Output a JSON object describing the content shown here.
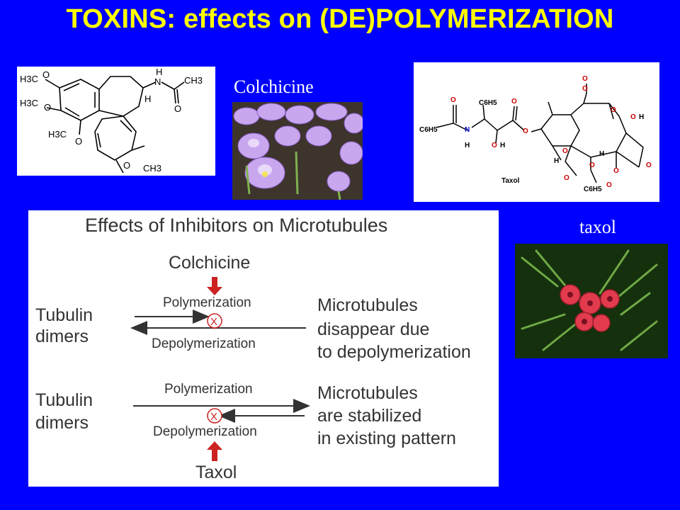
{
  "slide": {
    "title": "TOXINS: effects on (DE)POLYMERIZATION",
    "caption_colchicine": "Colchicine",
    "caption_taxol": "taxol"
  },
  "colors": {
    "background": "#0000ff",
    "title": "#ffff00",
    "caption": "#ffffff",
    "arrow_red": "#cc2222"
  },
  "colchicine_structure": {
    "labels": [
      "H3C",
      "O",
      "H3C",
      "O",
      "O",
      "H3C",
      "N",
      "H",
      "CH3",
      "H",
      "O",
      "O",
      "CH3"
    ]
  },
  "taxol_structure": {
    "name": "Taxol",
    "labels": [
      "O",
      "C6H5",
      "O",
      "C6H5",
      "N",
      "H",
      "O",
      "H",
      "O",
      "O",
      "O",
      "O",
      "H",
      "O",
      "O",
      "H",
      "O",
      "H",
      "O",
      "O",
      "O",
      "C6H5",
      "O"
    ]
  },
  "diagram": {
    "heading": "Effects of Inhibitors on Microtubules",
    "top": {
      "toxin": "Colchicine",
      "left_label_1": "Tubulin",
      "left_label_2": "dimers",
      "forward": "Polymerization",
      "reverse": "Depolymerization",
      "result_1": "Microtubules",
      "result_2": "disappear due",
      "result_3": "to depolymerization"
    },
    "bottom": {
      "toxin": "Taxol",
      "left_label_1": "Tubulin",
      "left_label_2": "dimers",
      "forward": "Polymerization",
      "reverse": "Depolymerization",
      "result_1": "Microtubules",
      "result_2": "are stabilized",
      "result_3": "in existing pattern"
    },
    "block_symbol": "X"
  }
}
